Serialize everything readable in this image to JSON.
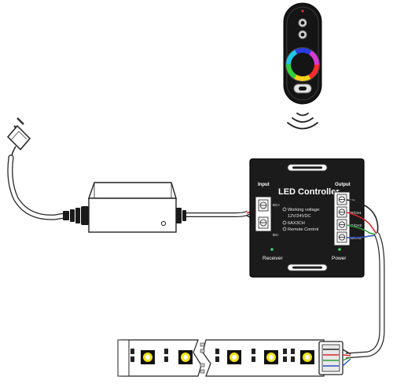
{
  "controller": {
    "title": "LED Controller",
    "input_label": "Input",
    "output_label": "Output",
    "input_pins": [
      "DC+",
      "DC-"
    ],
    "output_pins": [
      "V+",
      "R/CH1",
      "G/CH2",
      "B/CH3"
    ],
    "specs": [
      "Working voltage:",
      "12V/24VDC",
      "6AX3CH",
      "Remote Control"
    ],
    "receiver_label": "Receiver",
    "power_label": "Power"
  },
  "colors": {
    "controller_body": "#1b1b1b",
    "wire_red": "#d9262a",
    "wire_green": "#2f9a3c",
    "wire_blue": "#2b4fc2",
    "led_yellow": "#f2e21a",
    "indicator_green": "#3bd46a"
  }
}
